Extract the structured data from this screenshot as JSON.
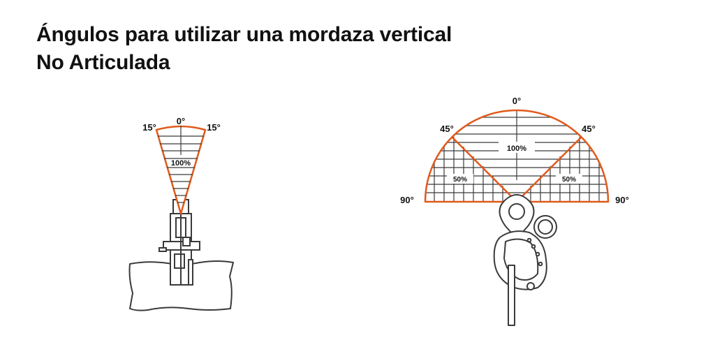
{
  "title": {
    "line1": "Ángulos para utilizar una mordaza vertical",
    "line2": "No Articulada"
  },
  "colors": {
    "accent": "#e05a1b",
    "ink": "#3a3a3a",
    "text": "#111111"
  },
  "left_diagram": {
    "angle_center": "0°",
    "angle_left": "15°",
    "angle_right": "15°",
    "capacity": "100%"
  },
  "right_diagram": {
    "angle_top": "0°",
    "angle_left_mid": "45°",
    "angle_right_mid": "45°",
    "angle_left": "90°",
    "angle_right": "90°",
    "capacity_center": "100%",
    "capacity_left": "50%",
    "capacity_right": "50%"
  }
}
